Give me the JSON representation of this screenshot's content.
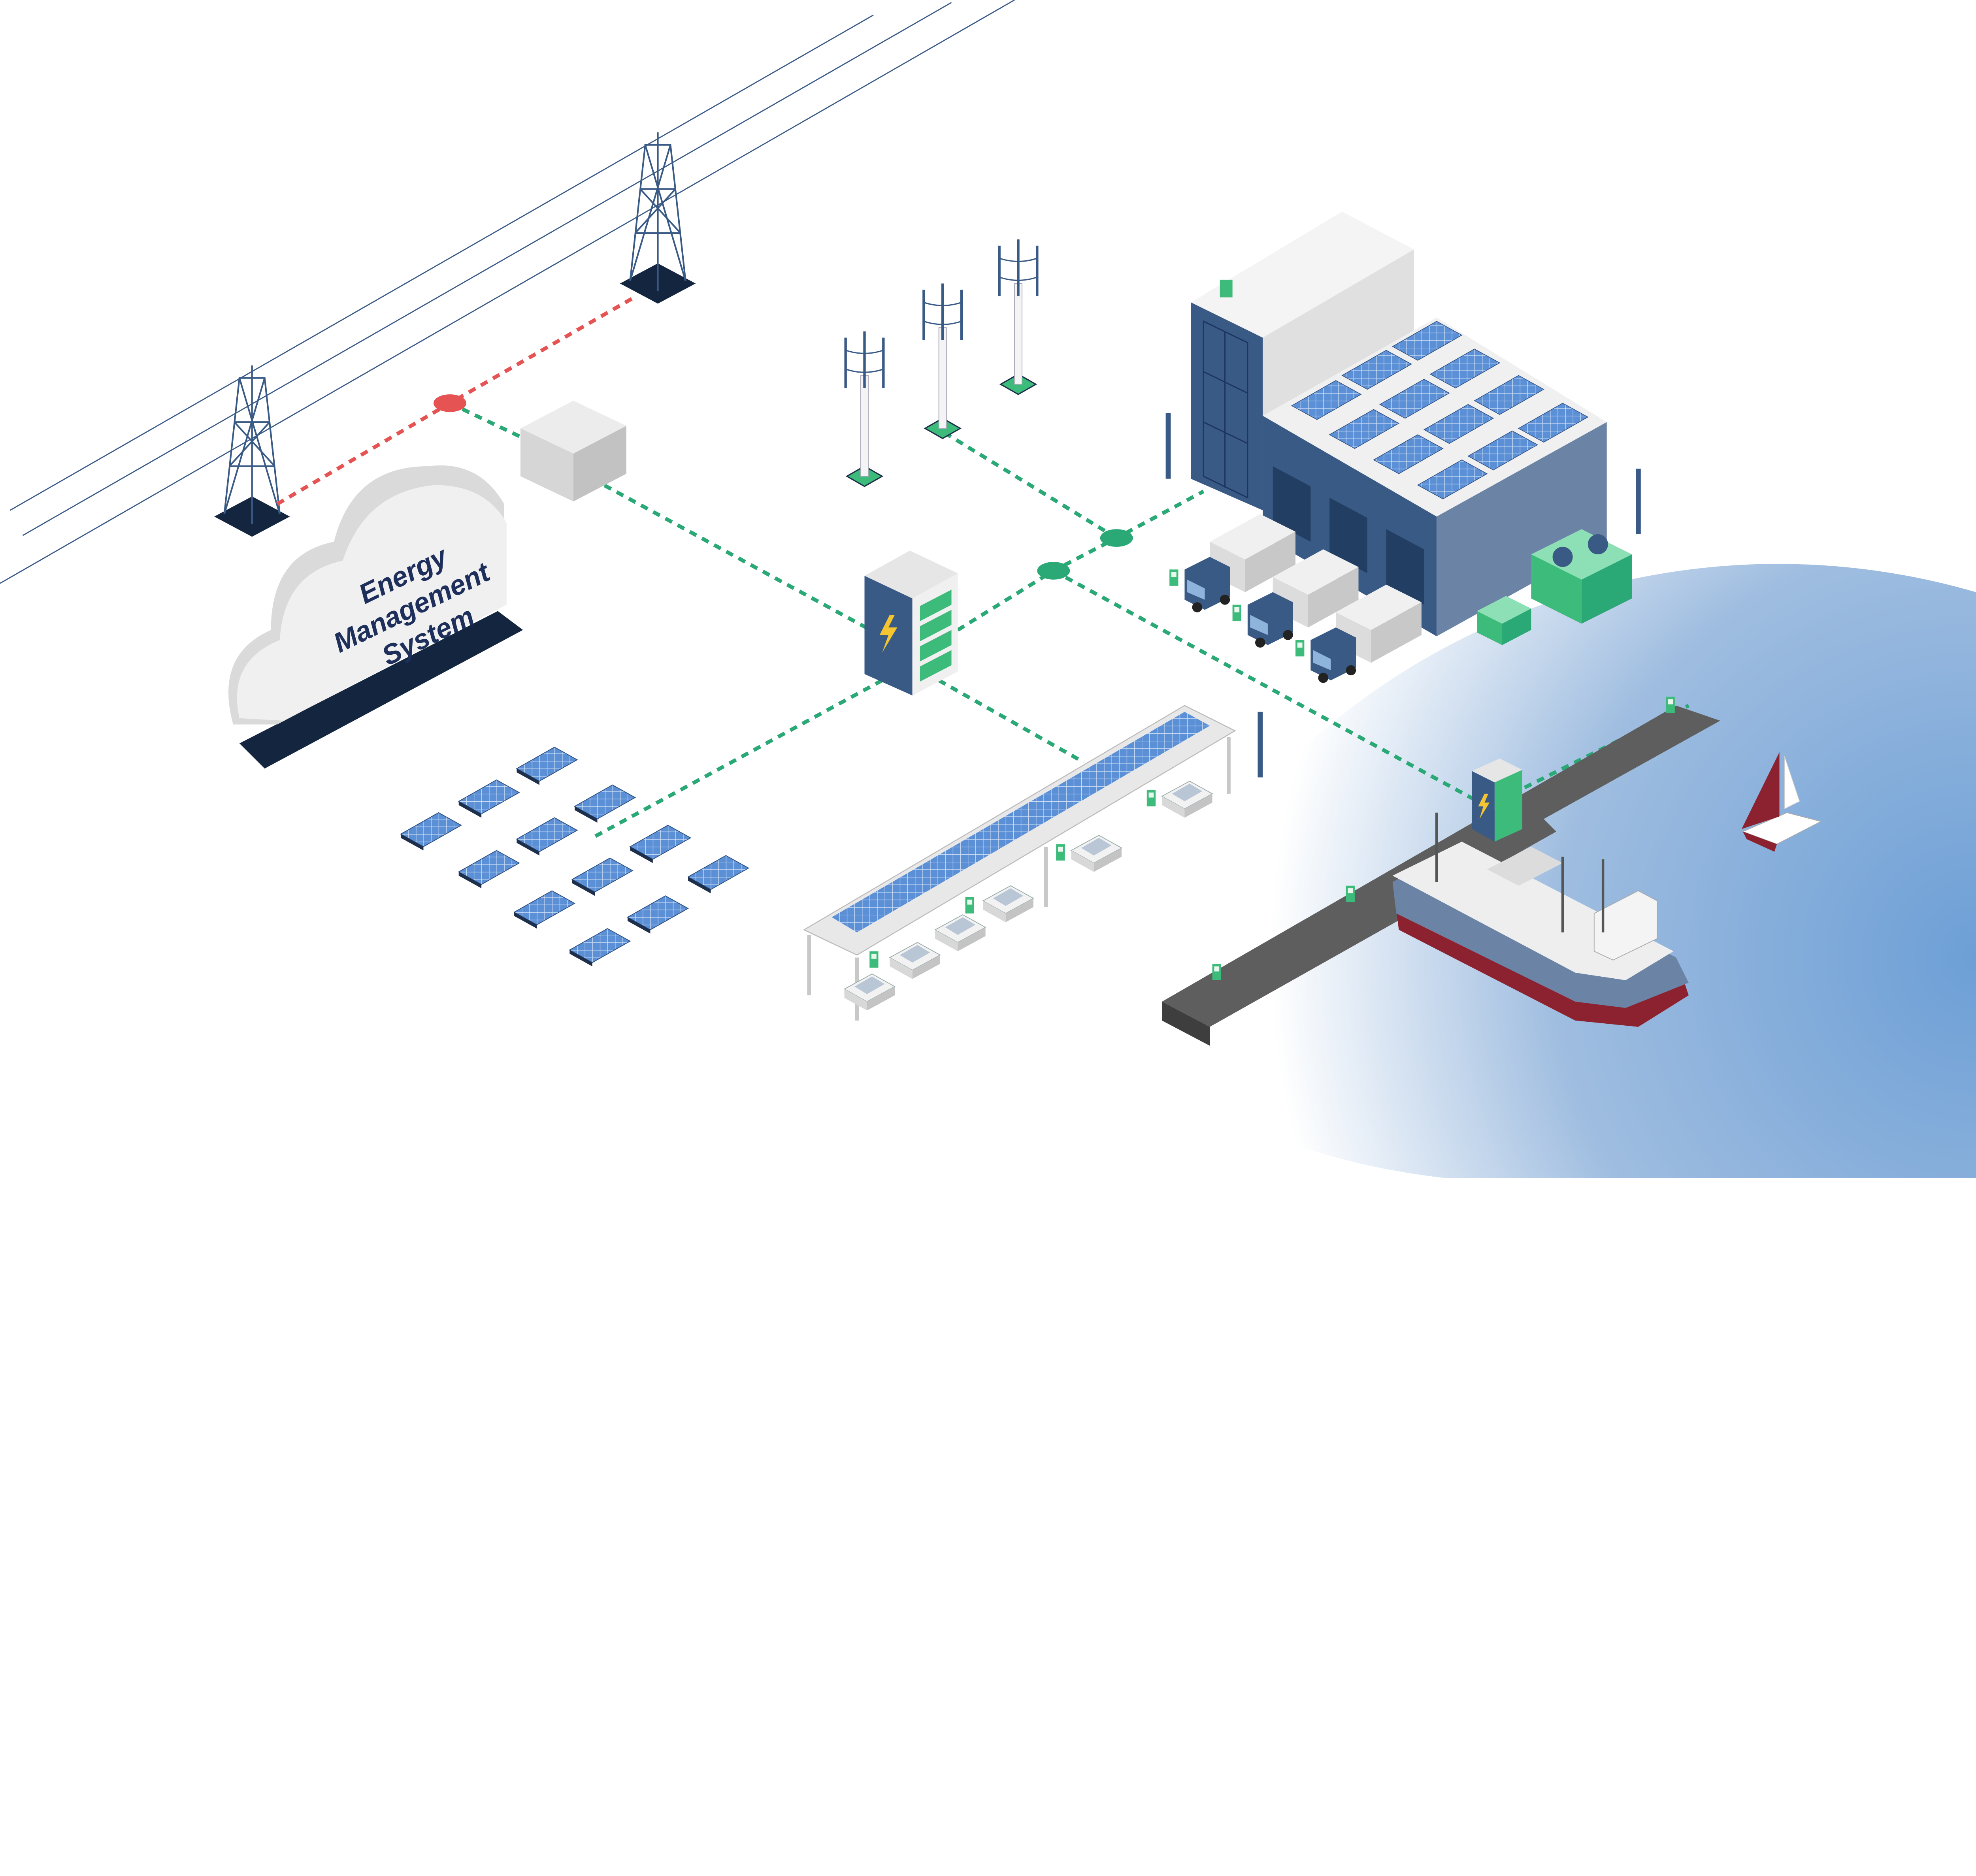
{
  "cloud": {
    "label_line1": "Energy",
    "label_line2": "Management",
    "label_line3": "System"
  },
  "colors": {
    "grid_link": "#e55353",
    "energy_link": "#2aa876",
    "navy": "#13253f",
    "building_blue": "#3a5a86",
    "solar_blue": "#5b8fd6",
    "charger_green": "#3dbb7a",
    "sea": "#8fb4dc"
  }
}
